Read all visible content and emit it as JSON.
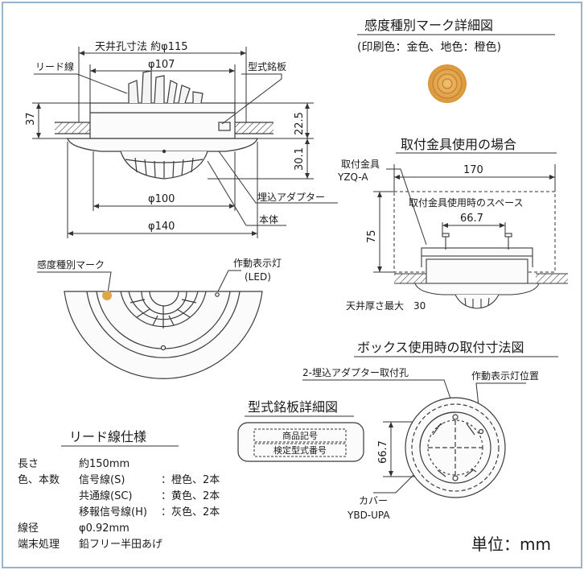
{
  "colors": {
    "frame": "#9ab3c8",
    "line": "#3a3a3a",
    "body_fill": "#fbfbfb",
    "ceiling_hatch": "#444444",
    "mark_gold": "#e0a54a",
    "mark_ring": "#c4812e"
  },
  "side_view": {
    "ceiling_hole_label": "天井孔寸法 約φ115",
    "dim_107": "φ107",
    "dim_100": "φ100",
    "dim_140": "φ140",
    "dim_37": "37",
    "dim_22_5": "22.5",
    "dim_30_1": "30.1",
    "lead_wire": "リード線",
    "nameplate": "型式銘板",
    "embedded_adapter": "埋込アダプター",
    "main_body": "本体"
  },
  "mark_detail": {
    "title": "感度種別マーク詳細図",
    "subtitle": "(印刷色：金色、地色：橙色)"
  },
  "bracket_use": {
    "title": "取付金具使用の場合",
    "bracket_label": "取付金具",
    "bracket_model": "YZQ-A",
    "dim_170": "170",
    "space_label": "取付金具使用時のスペース",
    "dim_66_7": "66.7",
    "dim_75": "75",
    "ceiling_thickness": "天井厚さ最大　30"
  },
  "top_view": {
    "sensitivity_mark": "感度種別マーク",
    "indicator_lamp": "作動表示灯",
    "led": "(LED)"
  },
  "box_use": {
    "title": "ボックス使用時の取付寸法図",
    "adapter_hole": "2-埋込アダプター取付孔",
    "indicator_pos": "作動表示灯位置",
    "dim_66_7": "66.7",
    "cover": "カバー",
    "cover_model": "YBD-UPA"
  },
  "nameplate_detail": {
    "title": "型式銘板詳細図",
    "line1": "商品記号",
    "line2": "検定型式番号"
  },
  "lead_spec": {
    "title": "リード線仕様",
    "length_label": "長さ",
    "length_value": "約150mm",
    "color_label": "色、本数",
    "signal_label": "信号線(S)",
    "signal_value": "：橙色、2本",
    "common_label": "共通線(SC)",
    "common_value": "：黄色、2本",
    "transfer_label": "移報信号線(H)",
    "transfer_value": "：灰色、2本",
    "diameter_label": "線径",
    "diameter_value": "φ0.92mm",
    "termination_label": "端末処理",
    "termination_value": "鉛フリー半田あげ"
  },
  "unit": "単位：mm"
}
